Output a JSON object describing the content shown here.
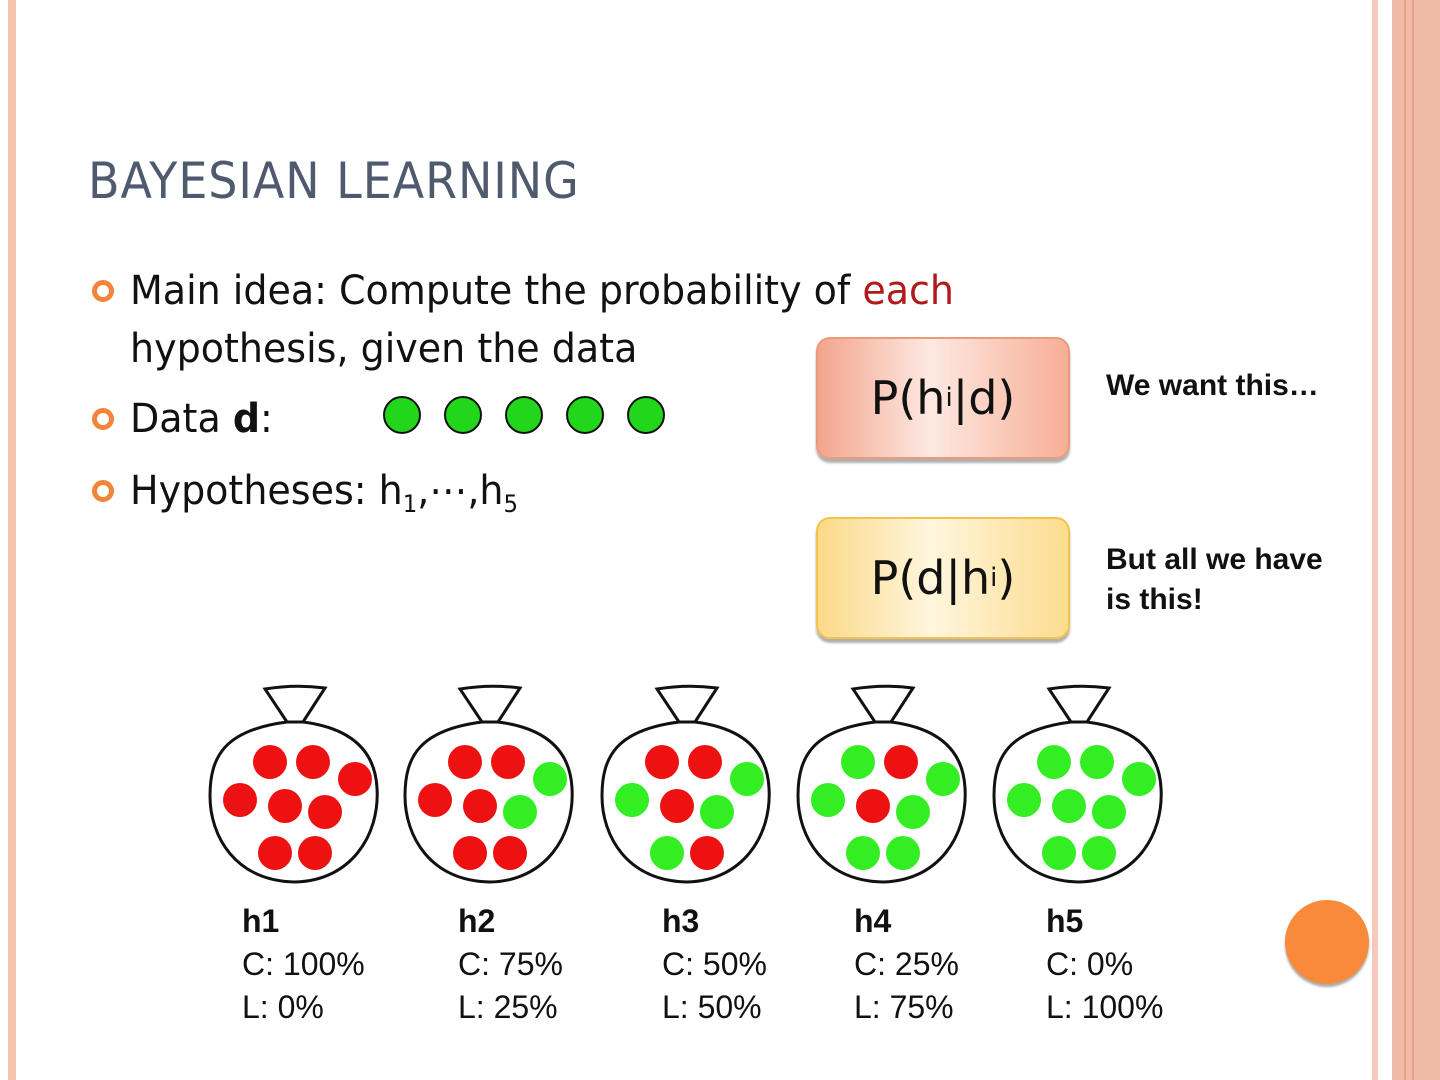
{
  "slide": {
    "title": "BAYESIAN LEARNING",
    "bullets": [
      {
        "text_before": "Main idea: Compute the probability of ",
        "highlight": "each",
        "line2": "hypothesis, given the data"
      },
      {
        "label": "Data ",
        "bold": "d",
        "suffix": ":"
      },
      {
        "label": "Hypotheses: ",
        "h": "h",
        "sub1": "1",
        "mid": ",⋯,",
        "sub5": "5"
      }
    ],
    "data_points": [
      "green",
      "green",
      "green",
      "green",
      "green"
    ],
    "formula_top": {
      "pre": "P(h",
      "sub": "i",
      "post": "|d)"
    },
    "formula_bottom": {
      "pre": "P(d|h",
      "sub": "i",
      "post": ")"
    },
    "note_top": "We want this…",
    "note_bottom": "But all we have is this!",
    "hypotheses": [
      {
        "name": "h1",
        "c": "C: 100%",
        "l": "L: 0%",
        "red": 8,
        "green": 0
      },
      {
        "name": "h2",
        "c": "C: 75%",
        "l": "L: 25%",
        "red": 6,
        "green": 2
      },
      {
        "name": "h3",
        "c": "C: 50%",
        "l": "L: 50%",
        "red": 4,
        "green": 4
      },
      {
        "name": "h4",
        "c": "C: 25%",
        "l": "L: 75%",
        "red": 2,
        "green": 6
      },
      {
        "name": "h5",
        "c": "C: 0%",
        "l": "L: 100%",
        "red": 0,
        "green": 8
      }
    ],
    "colors": {
      "cherry": "#ee1111",
      "lime": "#33ee22",
      "accent": "#f98a3a"
    }
  }
}
